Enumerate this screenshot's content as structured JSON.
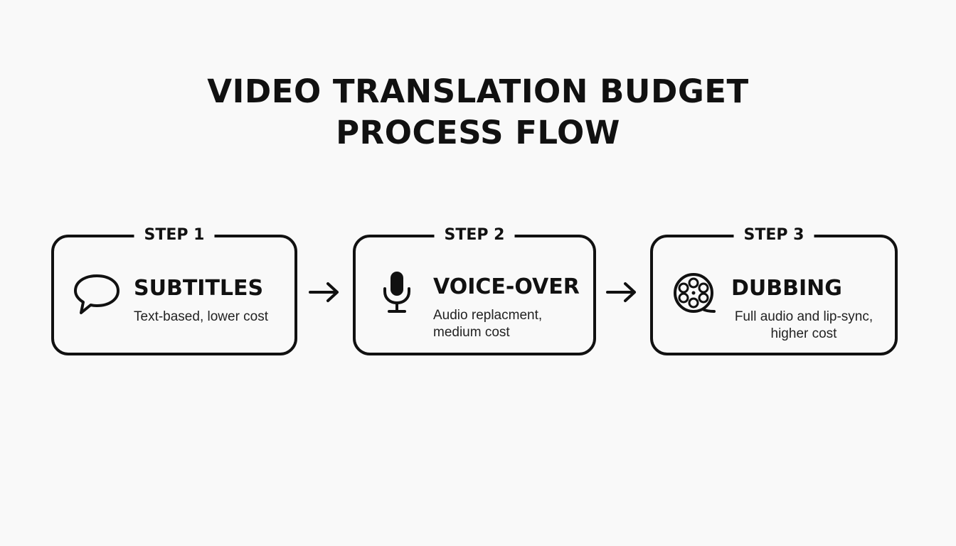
{
  "title": {
    "line1": "VIDEO TRANSLATION BUDGET",
    "line2": "PROCESS FLOW"
  },
  "steps": [
    {
      "label": "STEP 1",
      "heading": "SUBTITLES",
      "desc_line1": "Text-based, lower cost",
      "desc_line2": "",
      "icon": "speech-bubble-icon"
    },
    {
      "label": "STEP 2",
      "heading": "VOICE-OVER",
      "desc_line1": "Audio replacment,",
      "desc_line2": "medium cost",
      "icon": "microphone-icon"
    },
    {
      "label": "STEP 3",
      "heading": "DUBBING",
      "desc_line1": "Full audio and lip-sync,",
      "desc_line2": "higher cost",
      "icon": "film-reel-icon"
    }
  ],
  "colors": {
    "background": "#f9f9f9",
    "ink": "#111111"
  }
}
